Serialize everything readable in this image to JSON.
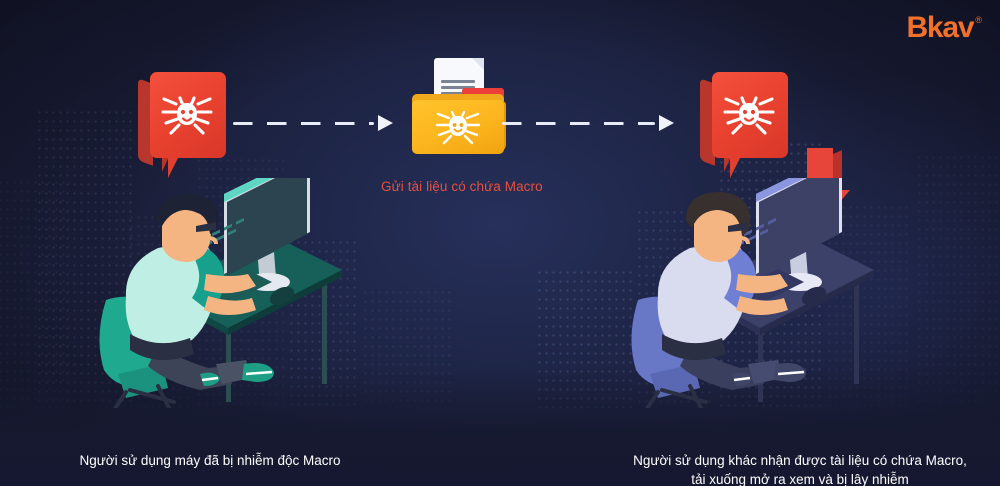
{
  "brand": {
    "name": "Bkav",
    "registered": "®",
    "color": "#f2712a"
  },
  "flow": {
    "step1": {
      "icon": "bug-speech-bubble-icon",
      "caption": "Người sử dụng máy đã bị nhiễm độc Macro"
    },
    "transfer": {
      "label": "Gửi tài liệu có chứa Macro",
      "label_color": "#e8503f",
      "icon": "infected-document-folder-icon",
      "arrow_left": "dashed-arrow-right",
      "arrow_right": "dashed-arrow-right"
    },
    "step2": {
      "icon": "bug-speech-bubble-icon",
      "download_icon": "red-download-arrow-icon",
      "caption_line1": "Người sử dụng khác nhận được tài liệu có chứa Macro,",
      "caption_line2": "tải xuống mở ra xem và bị lây nhiễm"
    }
  },
  "scenes": {
    "left": {
      "name": "infected-user-workstation",
      "shirt_color": "#bfeee4",
      "sleeve_color": "#17a08c",
      "chair_color": "#1fa98f",
      "desk_color": "#17605a",
      "screen_accent": "#5fd6c4",
      "skin_color": "#f4b582",
      "hair_color": "#1d2234",
      "pants_color": "#3d4457",
      "shoe_color": "#1f9e86"
    },
    "right": {
      "name": "victim-user-workstation",
      "shirt_color": "#d9dcee",
      "sleeve_color": "#6f7fd4",
      "chair_color": "#6877c6",
      "desk_color": "#3b4168",
      "screen_accent": "#8c96e0",
      "skin_color": "#f4b582",
      "hair_color": "#38302f",
      "pants_color": "#3a3f5e",
      "shoe_color": "#3f4668"
    }
  },
  "background": {
    "name": "dark-city-skyline",
    "base_color": "#191c36",
    "glow_color": "#26305a"
  }
}
